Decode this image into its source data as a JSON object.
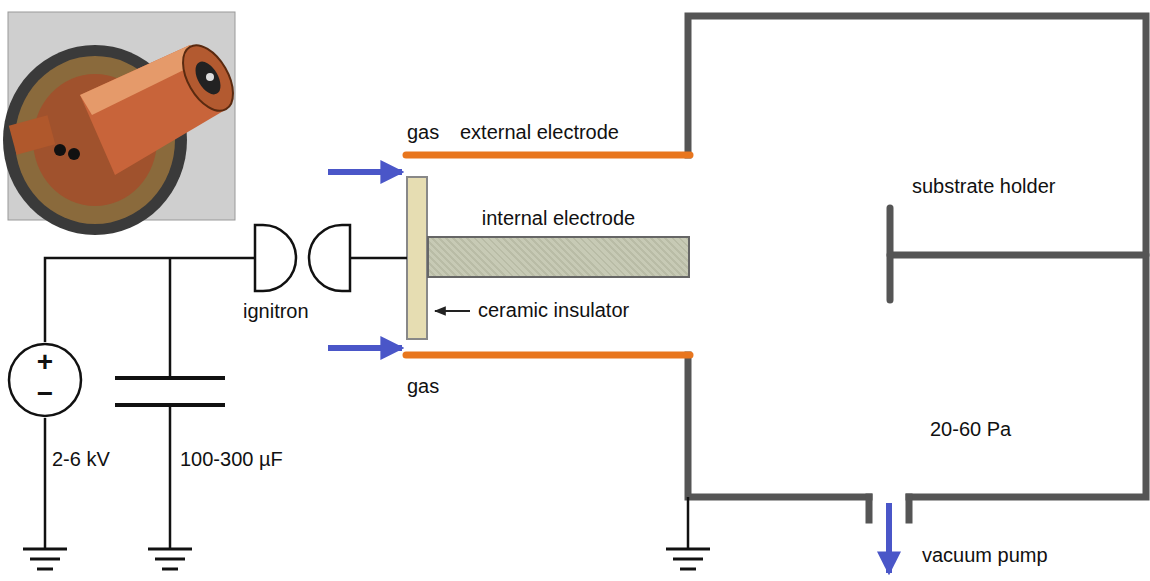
{
  "diagram": {
    "nodes": [
      {
        "text": [
          "internal electrode"
        ]
      },
      {
        "text": [
          "+",
          "−"
        ]
      }
    ],
    "labels": [
      "gas",
      "external electrode",
      "ignitron",
      "ceramic insulator",
      "substrate holder",
      "gas",
      "2-6 kV",
      "100-300 µF",
      "20-60 Pa",
      "vacuum pump"
    ]
  }
}
